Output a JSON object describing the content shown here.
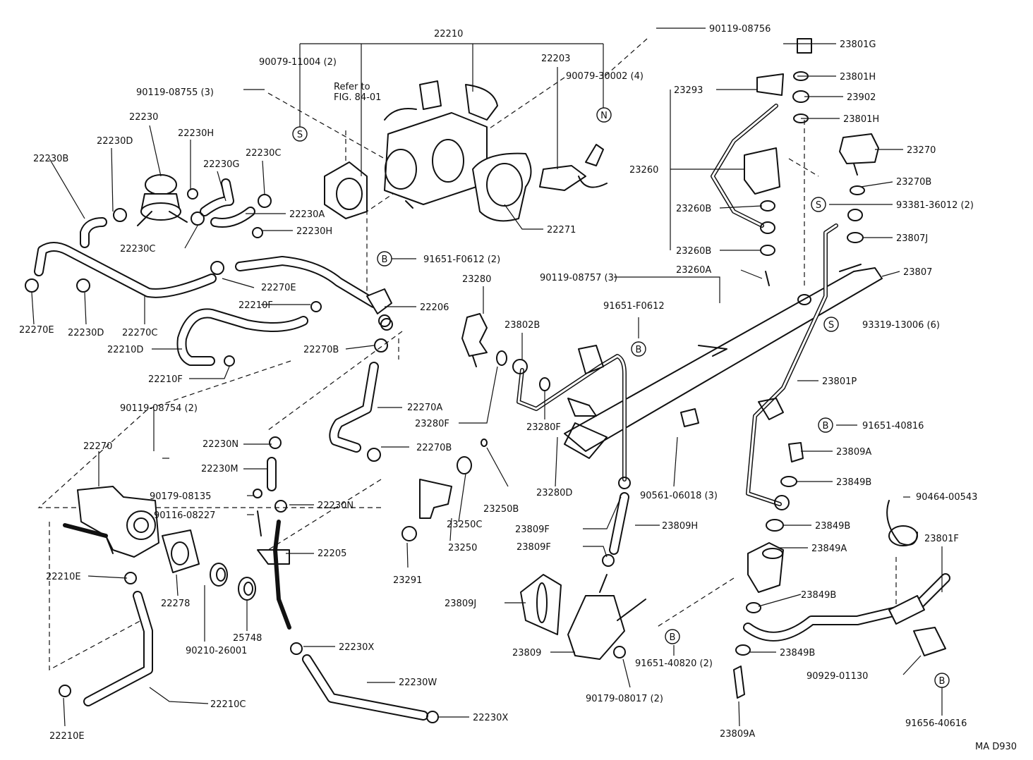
{
  "labels": {
    "l22210": "22210",
    "l90079_11004": "90079-11004 (2)",
    "l_refer_to": "Refer to",
    "l_fig": "FIG. 84-01",
    "l22203": "22203",
    "l90119_08756": "90119-08756",
    "l90079_30002": "90079-30002 (4)",
    "l90119_08755": "90119-08755 (3)",
    "l22230": "22230",
    "l22230D_top": "22230D",
    "l22230H_top": "22230H",
    "l22230B": "22230B",
    "l22230G": "22230G",
    "l22230C_top": "22230C",
    "l22230A": "22230A",
    "l22230H_mid": "22230H",
    "l22230C_mid": "22230C",
    "l22271": "22271",
    "l91651_F0612_2": "91651-F0612 (2)",
    "l22270E_right": "22270E",
    "l22210F_top": "22210F",
    "l22206": "22206",
    "l22270E_left": "22270E",
    "l22230D_low": "22230D",
    "l22270C": "22270C",
    "l22210D": "22210D",
    "l22270B_top": "22270B",
    "l22210F_low": "22210F",
    "l22270A": "22270A",
    "l22270B_low": "22270B",
    "l90119_08754": "90119-08754 (2)",
    "l22270": "22270",
    "l22230N_top": "22230N",
    "l22230M": "22230M",
    "l90179_08135": "90179-08135",
    "l90116_08227": "90116-08227",
    "l22230N_low": "22230N",
    "l22205": "22205",
    "l22210E_mid": "22210E",
    "l22278": "22278",
    "l90210_26001": "90210-26001",
    "l25748": "25748",
    "l22230X_top": "22230X",
    "l22230W": "22230W",
    "l22230X_low": "22230X",
    "l22210C": "22210C",
    "l22210E_low": "22210E",
    "l23280": "23280",
    "l23802B": "23802B",
    "l23280F_left": "23280F",
    "l23280F_right": "23280F",
    "l23280D": "23280D",
    "l23250B": "23250B",
    "l23250C": "23250C",
    "l23250": "23250",
    "l23291": "23291",
    "l90119_08757": "90119-08757 (3)",
    "l91651_F0612": "91651-F0612",
    "l23809F_top": "23809F",
    "l23809H": "23809H",
    "l23809F_low": "23809F",
    "l23809J": "23809J",
    "l23809": "23809",
    "l90179_08017": "90179-08017 (2)",
    "l90561_06018": "90561-06018 (3)",
    "l23801G": "23801G",
    "l23801H_top": "23801H",
    "l23293": "23293",
    "l23902": "23902",
    "l23801H_low": "23801H",
    "l23270": "23270",
    "l23260": "23260",
    "l23270B": "23270B",
    "l93381_36012": "93381-36012 (2)",
    "l23260B_top": "23260B",
    "l23807J": "23807J",
    "l23260B_low": "23260B",
    "l23260A": "23260A",
    "l23807": "23807",
    "l93319_13006": "93319-13006 (6)",
    "l23801P": "23801P",
    "l91651_40816": "91651-40816",
    "l23809A_top": "23809A",
    "l23849B_1": "23849B",
    "l90464_00543": "90464-00543",
    "l23849B_2": "23849B",
    "l23849A": "23849A",
    "l23801F": "23801F",
    "l23849B_3": "23849B",
    "l23849B_4": "23849B",
    "l91651_40820": "91651-40820 (2)",
    "l90929_01130": "90929-01130",
    "l91656_40616": "91656-40616",
    "l23809A_low": "23809A",
    "l_ma": "MA D930"
  },
  "refs": {
    "s1": "S",
    "n1": "N",
    "b1": "B",
    "b2": "B",
    "s2": "S",
    "s3": "S",
    "b3": "B",
    "b4": "B",
    "b5": "B"
  }
}
